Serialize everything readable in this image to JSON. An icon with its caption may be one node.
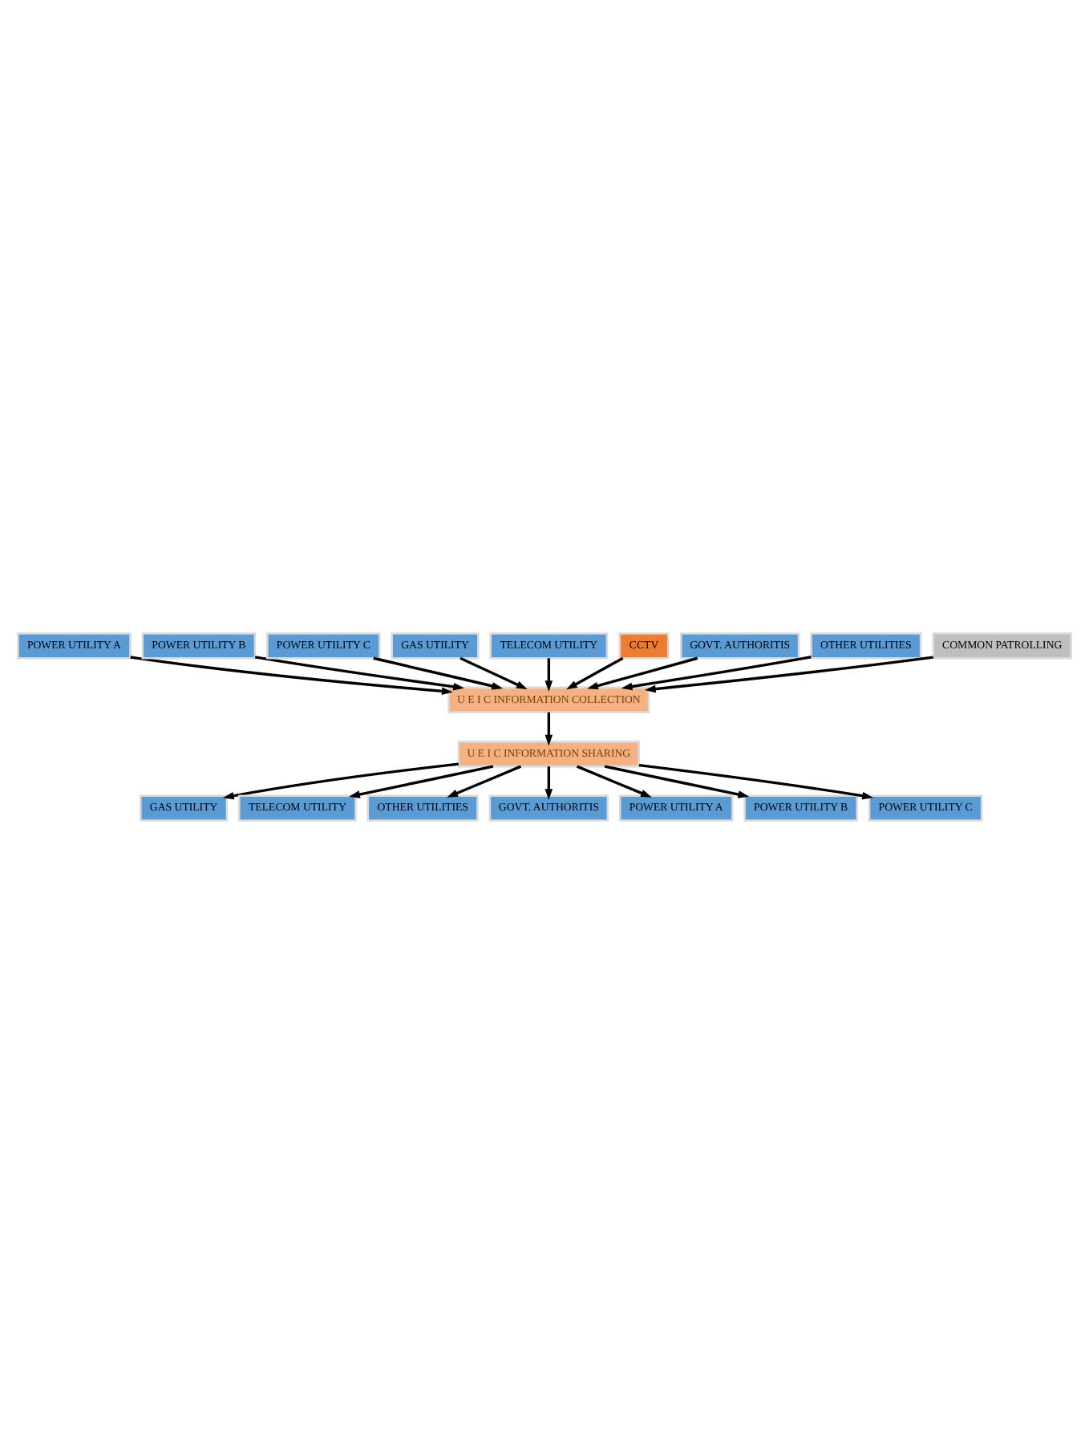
{
  "diagram": {
    "nodes": [
      {
        "text": [
          "POWER UTILITY A"
        ]
      },
      {
        "text": [
          "POWER UTILITY B"
        ]
      },
      {
        "text": [
          "POWER UTILITY C"
        ]
      },
      {
        "text": [
          "GAS UTILITY"
        ]
      },
      {
        "text": [
          "TELECOM UTILITY"
        ]
      },
      {
        "text": [
          "CCTV"
        ]
      },
      {
        "text": [
          "GOVT. AUTHORITIS"
        ]
      },
      {
        "text": [
          "OTHER UTILITIES"
        ]
      },
      {
        "text": [
          "U E I C INFORMATION COLLECTION"
        ]
      },
      {
        "text": [
          "COMMON PATROLLING"
        ]
      },
      {
        "text": [
          "U E I C INFORMATION SHARING"
        ]
      },
      {
        "text": [
          "GAS UTILITY"
        ]
      },
      {
        "text": [
          "TELECOM UTILITY"
        ]
      },
      {
        "text": [
          "OTHER UTILITIES"
        ]
      },
      {
        "text": [
          "GOVT. AUTHORITIS"
        ]
      },
      {
        "text": [
          "POWER UTILITY A"
        ]
      },
      {
        "text": [
          "POWER UTILITY B"
        ]
      },
      {
        "text": [
          "POWER UTILITY C"
        ]
      }
    ],
    "edges": [
      {
        "from": 0,
        "to": 8,
        "arrow": "to"
      },
      {
        "from": 1,
        "to": 8,
        "arrow": "to"
      },
      {
        "from": 2,
        "to": 8,
        "arrow": "to"
      },
      {
        "from": 3,
        "to": 8,
        "arrow": "to"
      },
      {
        "from": 4,
        "to": 8,
        "arrow": "to"
      },
      {
        "from": 5,
        "to": 8,
        "arrow": "to"
      },
      {
        "from": 6,
        "to": 8,
        "arrow": "to"
      },
      {
        "from": 7,
        "to": 8,
        "arrow": "to"
      },
      {
        "from": 9,
        "to": 8,
        "arrow": "to"
      },
      {
        "from": 8,
        "to": 10,
        "arrow": "to"
      },
      {
        "from": 10,
        "to": 11,
        "arrow": "to"
      },
      {
        "from": 10,
        "to": 12,
        "arrow": "to"
      },
      {
        "from": 10,
        "to": 13,
        "arrow": "to"
      },
      {
        "from": 10,
        "to": 14,
        "arrow": "to"
      },
      {
        "from": 10,
        "to": 15,
        "arrow": "to"
      },
      {
        "from": 10,
        "to": 16,
        "arrow": "to"
      },
      {
        "from": 10,
        "to": 17,
        "arrow": "to"
      }
    ]
  }
}
